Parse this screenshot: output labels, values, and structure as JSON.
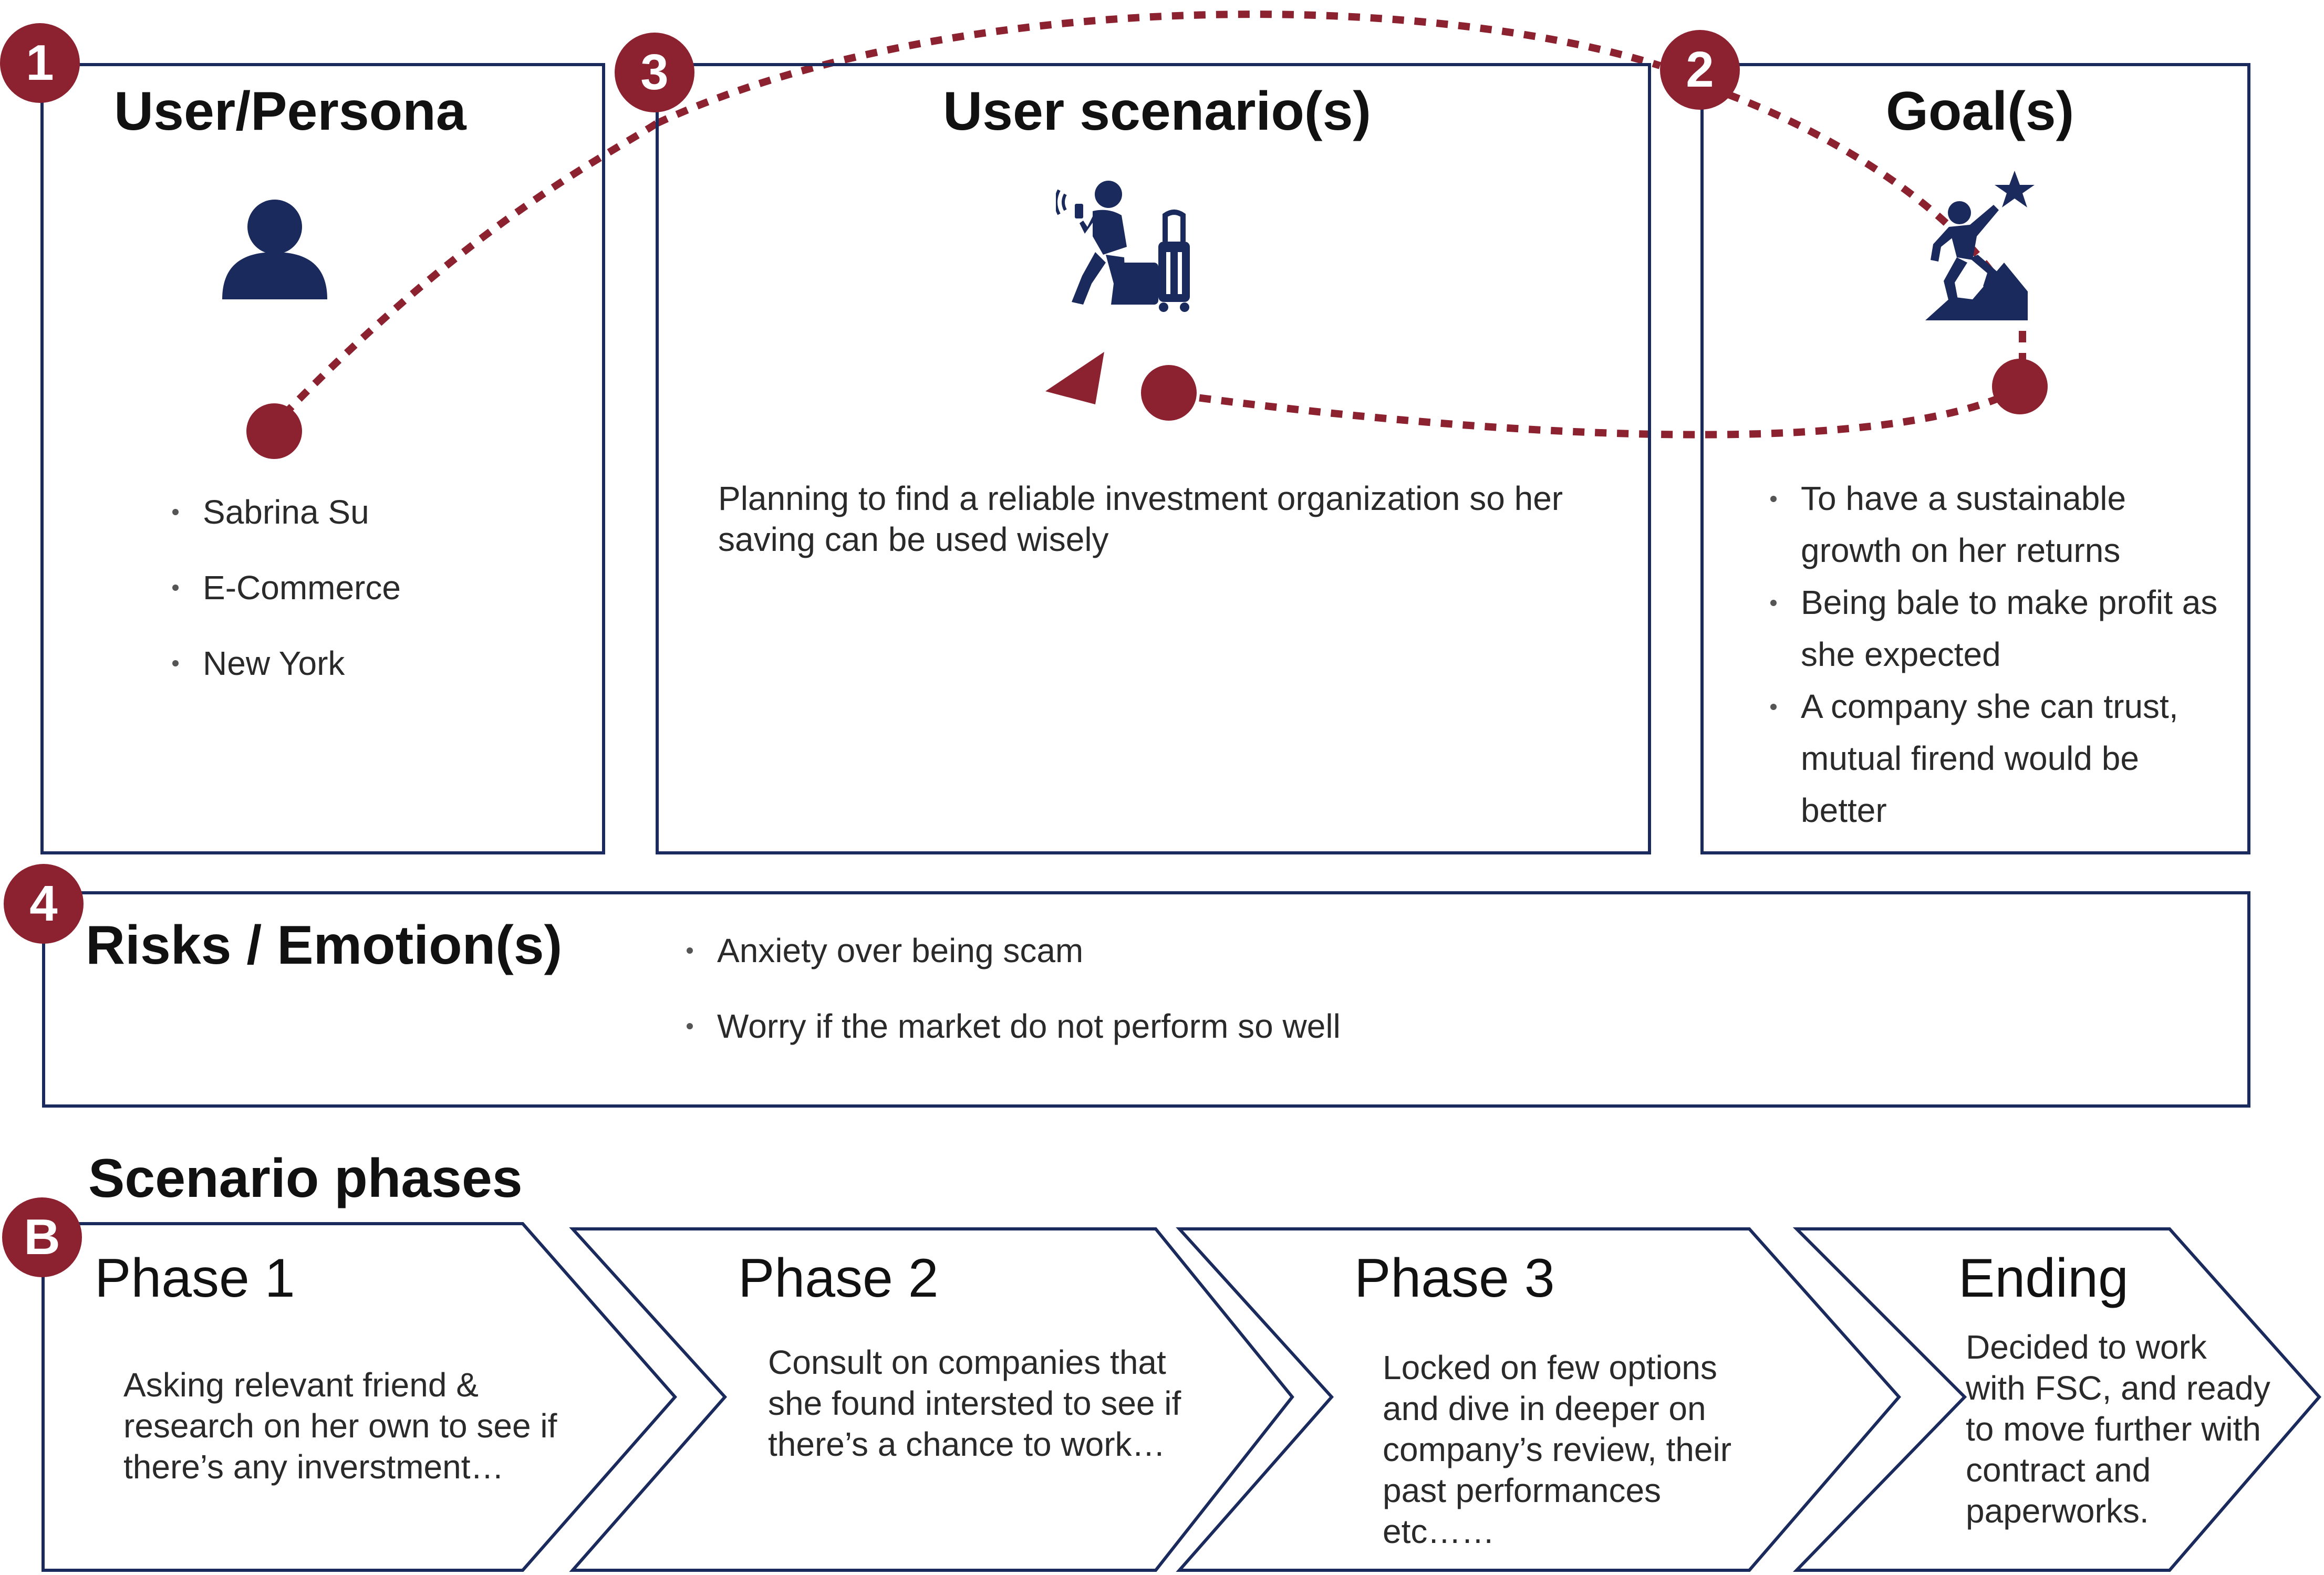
{
  "persona": {
    "badge": "1",
    "title": "User/Persona",
    "items": [
      "Sabrina Su",
      "E-Commerce",
      "New York"
    ],
    "icon": "user-icon"
  },
  "scenario": {
    "badge": "3",
    "title": "User scenario(s)",
    "text": "Planning to find a reliable investment organization so her saving can be used wisely",
    "icon": "traveler-with-phone-and-luggage-icon"
  },
  "goals": {
    "badge": "2",
    "title": "Goal(s)",
    "items": [
      "To have a sustainable growth on her returns",
      "Being bale to make profit as she expected",
      "A company she  can trust, mutual firend would be better"
    ],
    "icon": "climber-reaching-star-icon"
  },
  "risks": {
    "badge": "4",
    "title": "Risks / Emotion(s)",
    "items": [
      "Anxiety over being scam",
      "Worry if the market do not perform so well"
    ]
  },
  "phases": {
    "heading": "Scenario phases",
    "badge": "B",
    "items": [
      {
        "title": "Phase 1",
        "text": "Asking relevant friend & research on her own to see if there’s  any inverstment…"
      },
      {
        "title": "Phase 2",
        "text": "Consult on companies that she found intersted to see if there’s a chance to work…"
      },
      {
        "title": "Phase 3",
        "text": "Locked on few options and dive in deeper on company’s review, their past performances etc……"
      },
      {
        "title": "Ending",
        "text": "Decided to work with FSC, and ready to move further with contract and paperworks."
      }
    ]
  },
  "colors": {
    "navy": "#1a2a5c",
    "accent": "#8c2230",
    "text": "#2a2a2a"
  }
}
